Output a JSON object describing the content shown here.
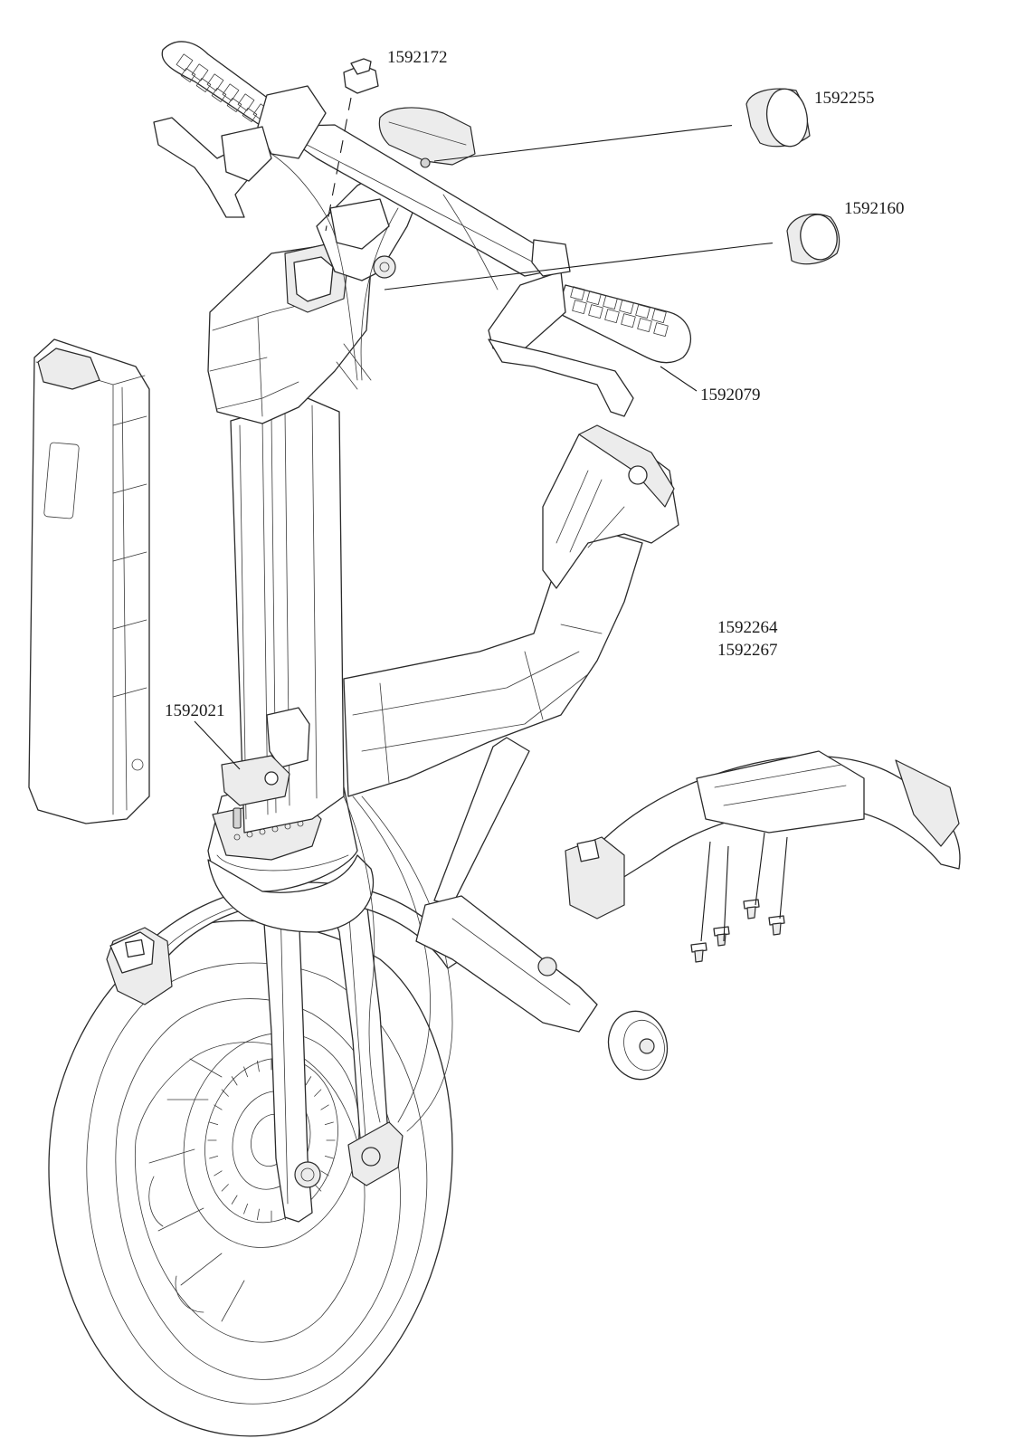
{
  "diagram": {
    "type": "exploded-parts-drawing",
    "subject": "electric handbike attachment",
    "part_numbers": [
      {
        "id": "p1592172",
        "label": "1592172"
      },
      {
        "id": "p1592255",
        "label": "1592255"
      },
      {
        "id": "p1592160",
        "label": "1592160"
      },
      {
        "id": "p1592079",
        "label": "1592079"
      },
      {
        "id": "p1592264",
        "label": "1592264"
      },
      {
        "id": "p1592267",
        "label": "1592267"
      },
      {
        "id": "p1592021",
        "label": "1592021"
      }
    ]
  }
}
